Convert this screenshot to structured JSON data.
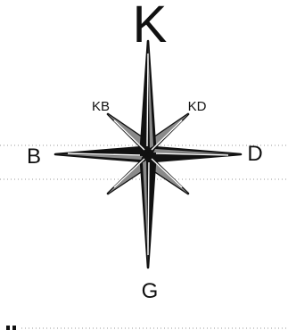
{
  "diagram": {
    "labels": {
      "north": "K",
      "south": "G",
      "west": "B",
      "east": "D",
      "north_west": "KB",
      "north_east": "KD"
    },
    "colors": {
      "ink": "#111111",
      "shade": "#8a8a8a",
      "guide": "#9a9a9a",
      "background": "#ffffff"
    }
  }
}
